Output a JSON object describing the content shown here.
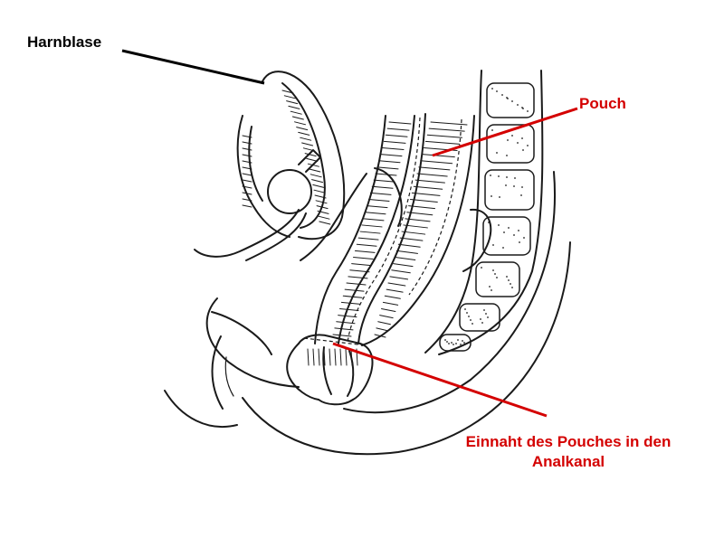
{
  "labels": {
    "bladder": "Harnblase",
    "pouch": "Pouch",
    "anastomosis_line1": "Einnaht des Pouches in den",
    "anastomosis_line2": "Analkanal"
  },
  "colors": {
    "label_black": "#000000",
    "label_red": "#d40000",
    "leader_black": "#000000",
    "leader_red": "#d40000"
  }
}
